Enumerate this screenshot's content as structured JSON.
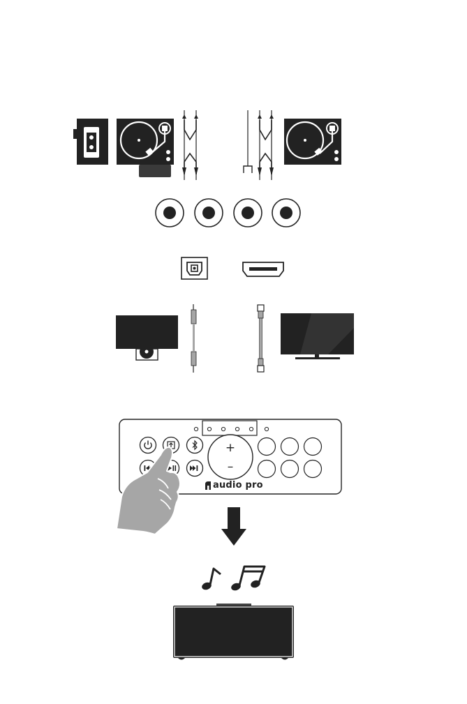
{
  "brand": {
    "name": "audio pro"
  },
  "colors": {
    "ink": "#222222",
    "device_fill": "#222222",
    "hand_fill": "#a6a6a6",
    "cable_fill": "#a6a6a6",
    "paper": "#ffffff"
  },
  "control_panel": {
    "buttons": [
      {
        "name": "power-button",
        "icon": "power-icon"
      },
      {
        "name": "source-button",
        "icon": "source-input-icon"
      },
      {
        "name": "bluetooth-button",
        "icon": "bluetooth-icon"
      },
      {
        "name": "previous-button",
        "icon": "skip-back-icon"
      },
      {
        "name": "play-pause-button",
        "icon": "play-pause-icon"
      },
      {
        "name": "next-button",
        "icon": "skip-forward-icon"
      }
    ],
    "volume": {
      "plus_symbol": "+",
      "minus_symbol": "–"
    },
    "preset_count": 6,
    "indicator_count": 6
  },
  "icons": [
    "cassette-player-icon",
    "turntable-icon",
    "rca-cable-icon",
    "ground-wire-icon",
    "rca-jack-icon",
    "optical-port-icon",
    "hdmi-port-icon",
    "cd-player-icon",
    "optical-cable-icon",
    "hdmi-cable-icon",
    "tv-icon",
    "hand-icon",
    "arrow-down-icon",
    "music-note-icon",
    "speaker-icon"
  ]
}
